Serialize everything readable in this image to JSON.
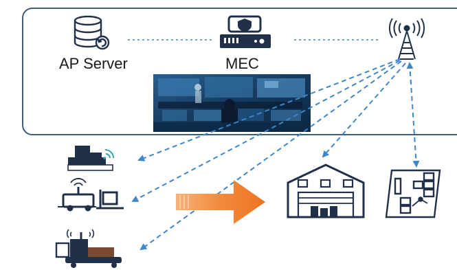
{
  "nodes": {
    "ap_server": {
      "label": "AP Server"
    },
    "mec": {
      "label": "MEC"
    }
  },
  "icons": {
    "ap_server": "database-server-icon",
    "mec": "mec-security-appliance-icon",
    "tower": "cell-tower-icon",
    "agv_wireless": "agv-wireless-icon",
    "forklift": "forklift-icon",
    "robot_cart": "robot-cart-icon",
    "warehouse": "warehouse-icon",
    "storage": "storage-racks-icon",
    "control_room": "control-room-photo"
  },
  "colors": {
    "frame": "#3a5a7a",
    "icon_dark": "#1f3048",
    "link": "#3d86c9",
    "arrow": "#f07d2e"
  }
}
